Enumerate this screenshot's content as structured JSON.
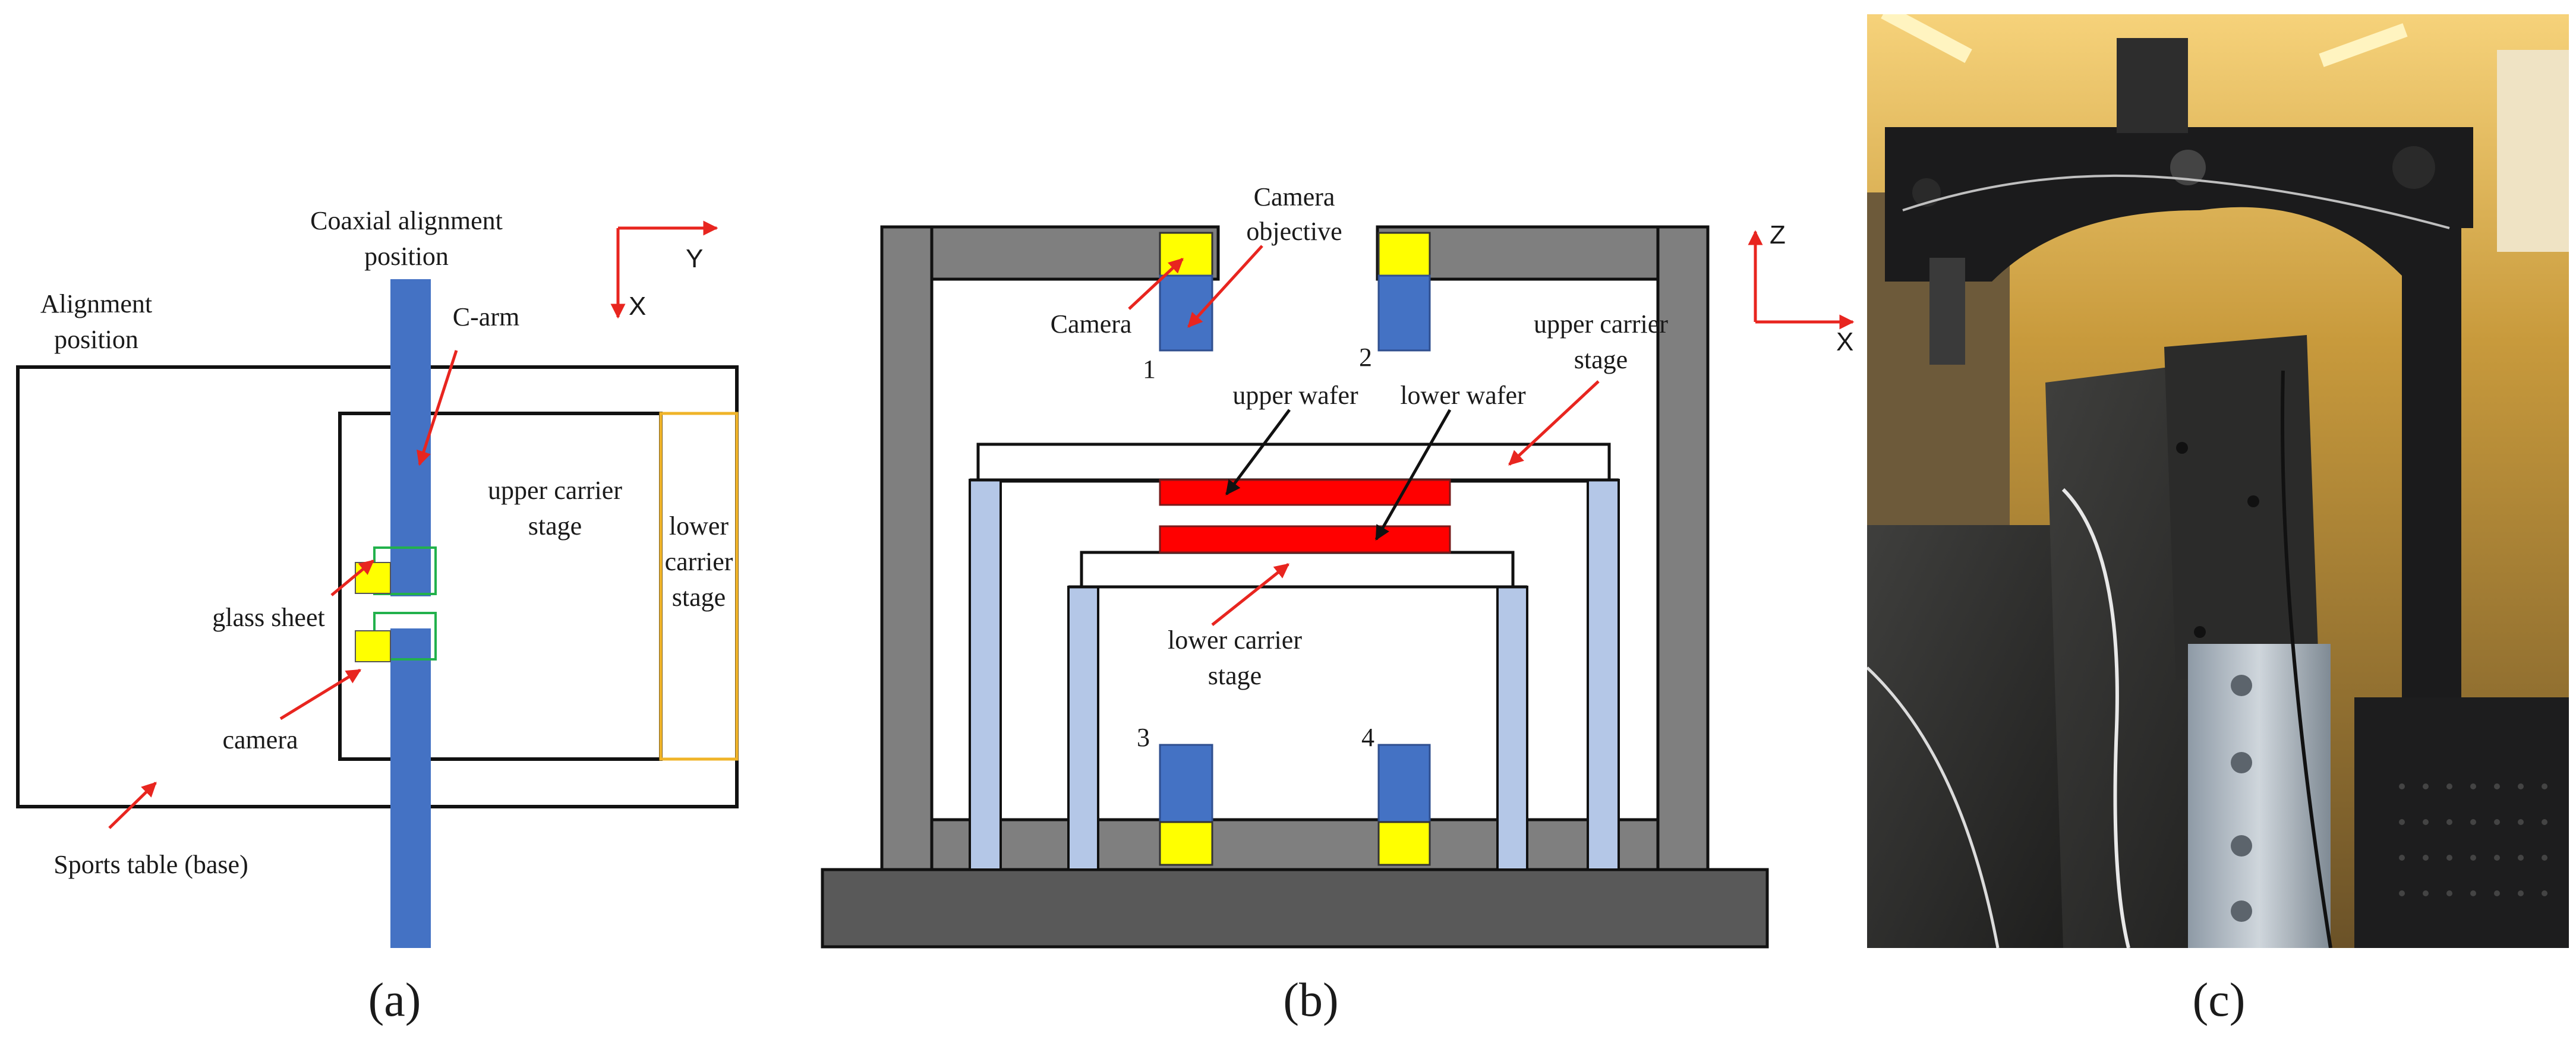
{
  "panel_a": {
    "coaxial_label_1": "Coaxial alignment",
    "coaxial_label_2": "position",
    "alignment_label_1": "Alignment",
    "alignment_label_2": "position",
    "c_arm": "C-arm",
    "upper_stage_1": "upper carrier",
    "upper_stage_2": "stage",
    "lower_stage_1": "lower",
    "lower_stage_2": "carrier",
    "lower_stage_3": "stage",
    "glass_sheet": "glass sheet",
    "camera": "camera",
    "base": "Sports table (base)",
    "axis_y": "Y",
    "axis_x": "X",
    "caption": "(a)"
  },
  "panel_b": {
    "objective_1": "Camera",
    "objective_2": "objective",
    "camera": "Camera",
    "cam1": "1",
    "cam2": "2",
    "cam3": "3",
    "cam4": "4",
    "upper_wafer": "upper wafer",
    "lower_wafer": "lower wafer",
    "upper_stage_1": "upper carrier",
    "upper_stage_2": "stage",
    "lower_stage_1": "lower carrier",
    "lower_stage_2": "stage",
    "axis_z": "Z",
    "axis_x": "X",
    "caption": "(b)"
  },
  "panel_c": {
    "caption": "(c)"
  },
  "colors": {
    "camera_body": "#4472c4",
    "camera_lens": "#ffff00",
    "wafer": "#ff0000",
    "frame": "#7f7f7f",
    "pillar": "#b4c7e7",
    "arrow": "#e8251f",
    "glass_outline": "#22b14c",
    "lower_stage_outline": "#f0b429"
  }
}
